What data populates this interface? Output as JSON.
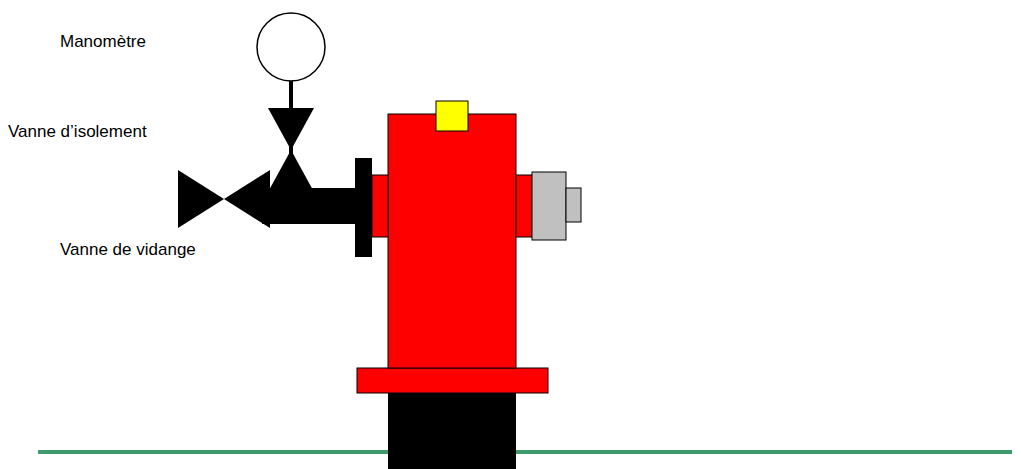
{
  "diagram": {
    "labels": [
      "Manomètre",
      "Vanne d’isolement",
      "Vanne de vidange"
    ]
  }
}
